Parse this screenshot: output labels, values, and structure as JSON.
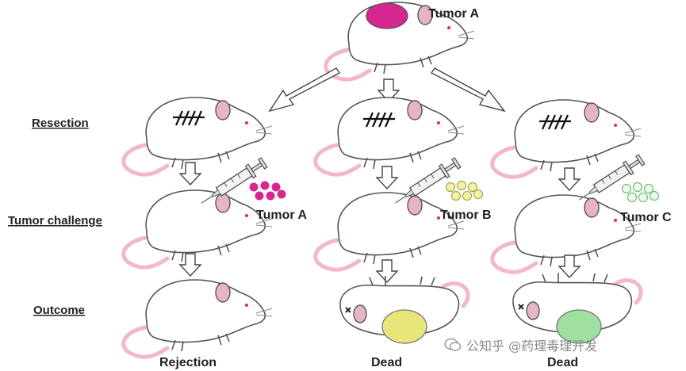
{
  "rows": {
    "resection": "Resection",
    "challenge": "Tumor challenge",
    "outcome": "Outcome"
  },
  "top_label": "Tumor A",
  "columns": [
    {
      "tumor_label": "Tumor A",
      "outcome": "Rejection",
      "color": "#d6268f"
    },
    {
      "tumor_label": "Tumor B",
      "outcome": "Dead",
      "color": "#e8e67a"
    },
    {
      "tumor_label": "Tumor C",
      "outcome": "Dead",
      "color": "#9fe0a0"
    }
  ],
  "colors": {
    "outline": "#555555",
    "ear": "#e7b3c8",
    "tail": "#f2b7cf",
    "tumor_a": "#d6268f"
  },
  "watermark": "公知乎 @药理毒理开发"
}
